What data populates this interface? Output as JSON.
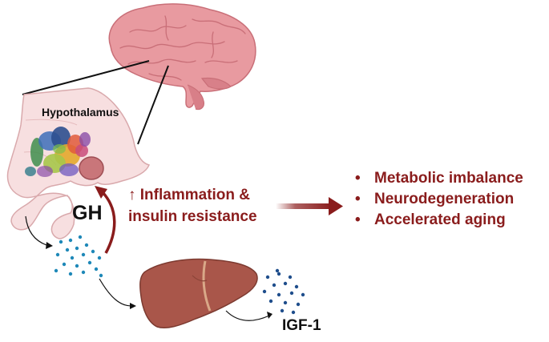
{
  "labels": {
    "hypothalamus": "Hypothalamus",
    "gh": "GH",
    "igf1": "IGF-1"
  },
  "mechanism": {
    "line1": "↑ Inflammation &",
    "line2": "insulin resistance"
  },
  "outcomes": {
    "bullet": "•",
    "items": [
      "Metabolic imbalance",
      "Neurodegeneration",
      "Accelerated aging"
    ]
  },
  "colors": {
    "accent": "#8a1c1c",
    "brain": "#e79a9f",
    "liver": "#a9564a",
    "dots": "#1e88b8",
    "tissue": "#f7dfe0"
  }
}
